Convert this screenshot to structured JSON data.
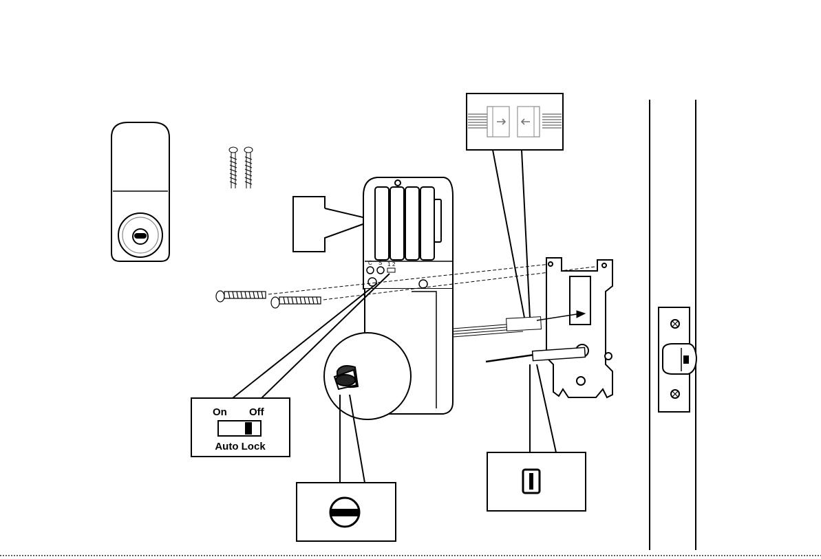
{
  "auto_lock_callout": {
    "on_label": "On",
    "off_label": "Off",
    "caption": "Auto Lock"
  },
  "dip_labels": {
    "c": "C",
    "s": "S",
    "one": "1",
    "two": "2"
  }
}
